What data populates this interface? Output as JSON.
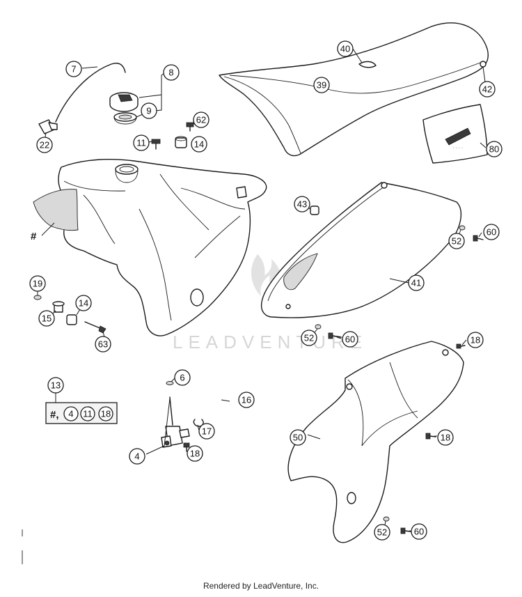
{
  "footer": {
    "text": "Rendered by LeadVenture, Inc."
  },
  "watermark": {
    "text": "LEADVENTURE"
  },
  "labels": {
    "hash_tank": "#",
    "kit_hash": "#,"
  },
  "callouts": {
    "c40": "40",
    "c39": "39",
    "c42": "42",
    "c80": "80",
    "c7": "7",
    "c8": "8",
    "c9": "9",
    "c62": "62",
    "c22": "22",
    "c11": "11",
    "c14a": "14",
    "c43": "43",
    "c52a": "52",
    "c60a": "60",
    "c41": "41",
    "c19": "19",
    "c14b": "14",
    "c15": "15",
    "c63": "63",
    "c52b": "52",
    "c60b": "60",
    "c18a": "18",
    "c13": "13",
    "c4a": "4",
    "c11b": "11",
    "c18b": "18",
    "c6": "6",
    "c16": "16",
    "c17": "17",
    "c4b": "4",
    "c18c": "18",
    "c50": "50",
    "c18d": "18",
    "c52c": "52",
    "c60c": "60"
  },
  "colors": {
    "line": "#1a1a1a",
    "watermark": "#d6d6d6",
    "background": "#ffffff"
  }
}
